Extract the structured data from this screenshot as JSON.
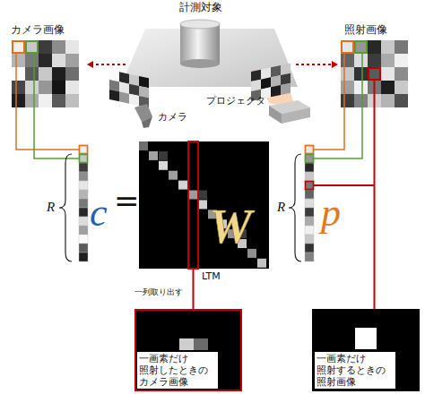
{
  "diagram": {
    "nodes": [
      {
        "text": [
          "計測対象"
        ]
      },
      {
        "text": [
          "カメラ画像"
        ]
      },
      {
        "text": [
          "照射画像"
        ]
      },
      {
        "text": [
          "c"
        ]
      },
      {
        "text": [
          "W",
          "LTM"
        ]
      },
      {
        "text": [
          "p"
        ]
      },
      {
        "text": [
          "一画素だけ 照射したときの カメラ画像"
        ]
      },
      {
        "text": [
          "一画素だけ 照射するときの 照射画像"
        ]
      }
    ],
    "edges": [
      {
        "from": 0,
        "to": 1,
        "arrow": "to"
      },
      {
        "from": 0,
        "to": 2,
        "arrow": "to"
      },
      {
        "from": 4,
        "to": 6,
        "arrow": "none"
      },
      {
        "from": 2,
        "to": 7,
        "arrow": "none"
      }
    ],
    "labels": [
      "カメラ",
      "プロジェクタ",
      "R",
      "=",
      "R",
      "一列取り出す"
    ]
  }
}
